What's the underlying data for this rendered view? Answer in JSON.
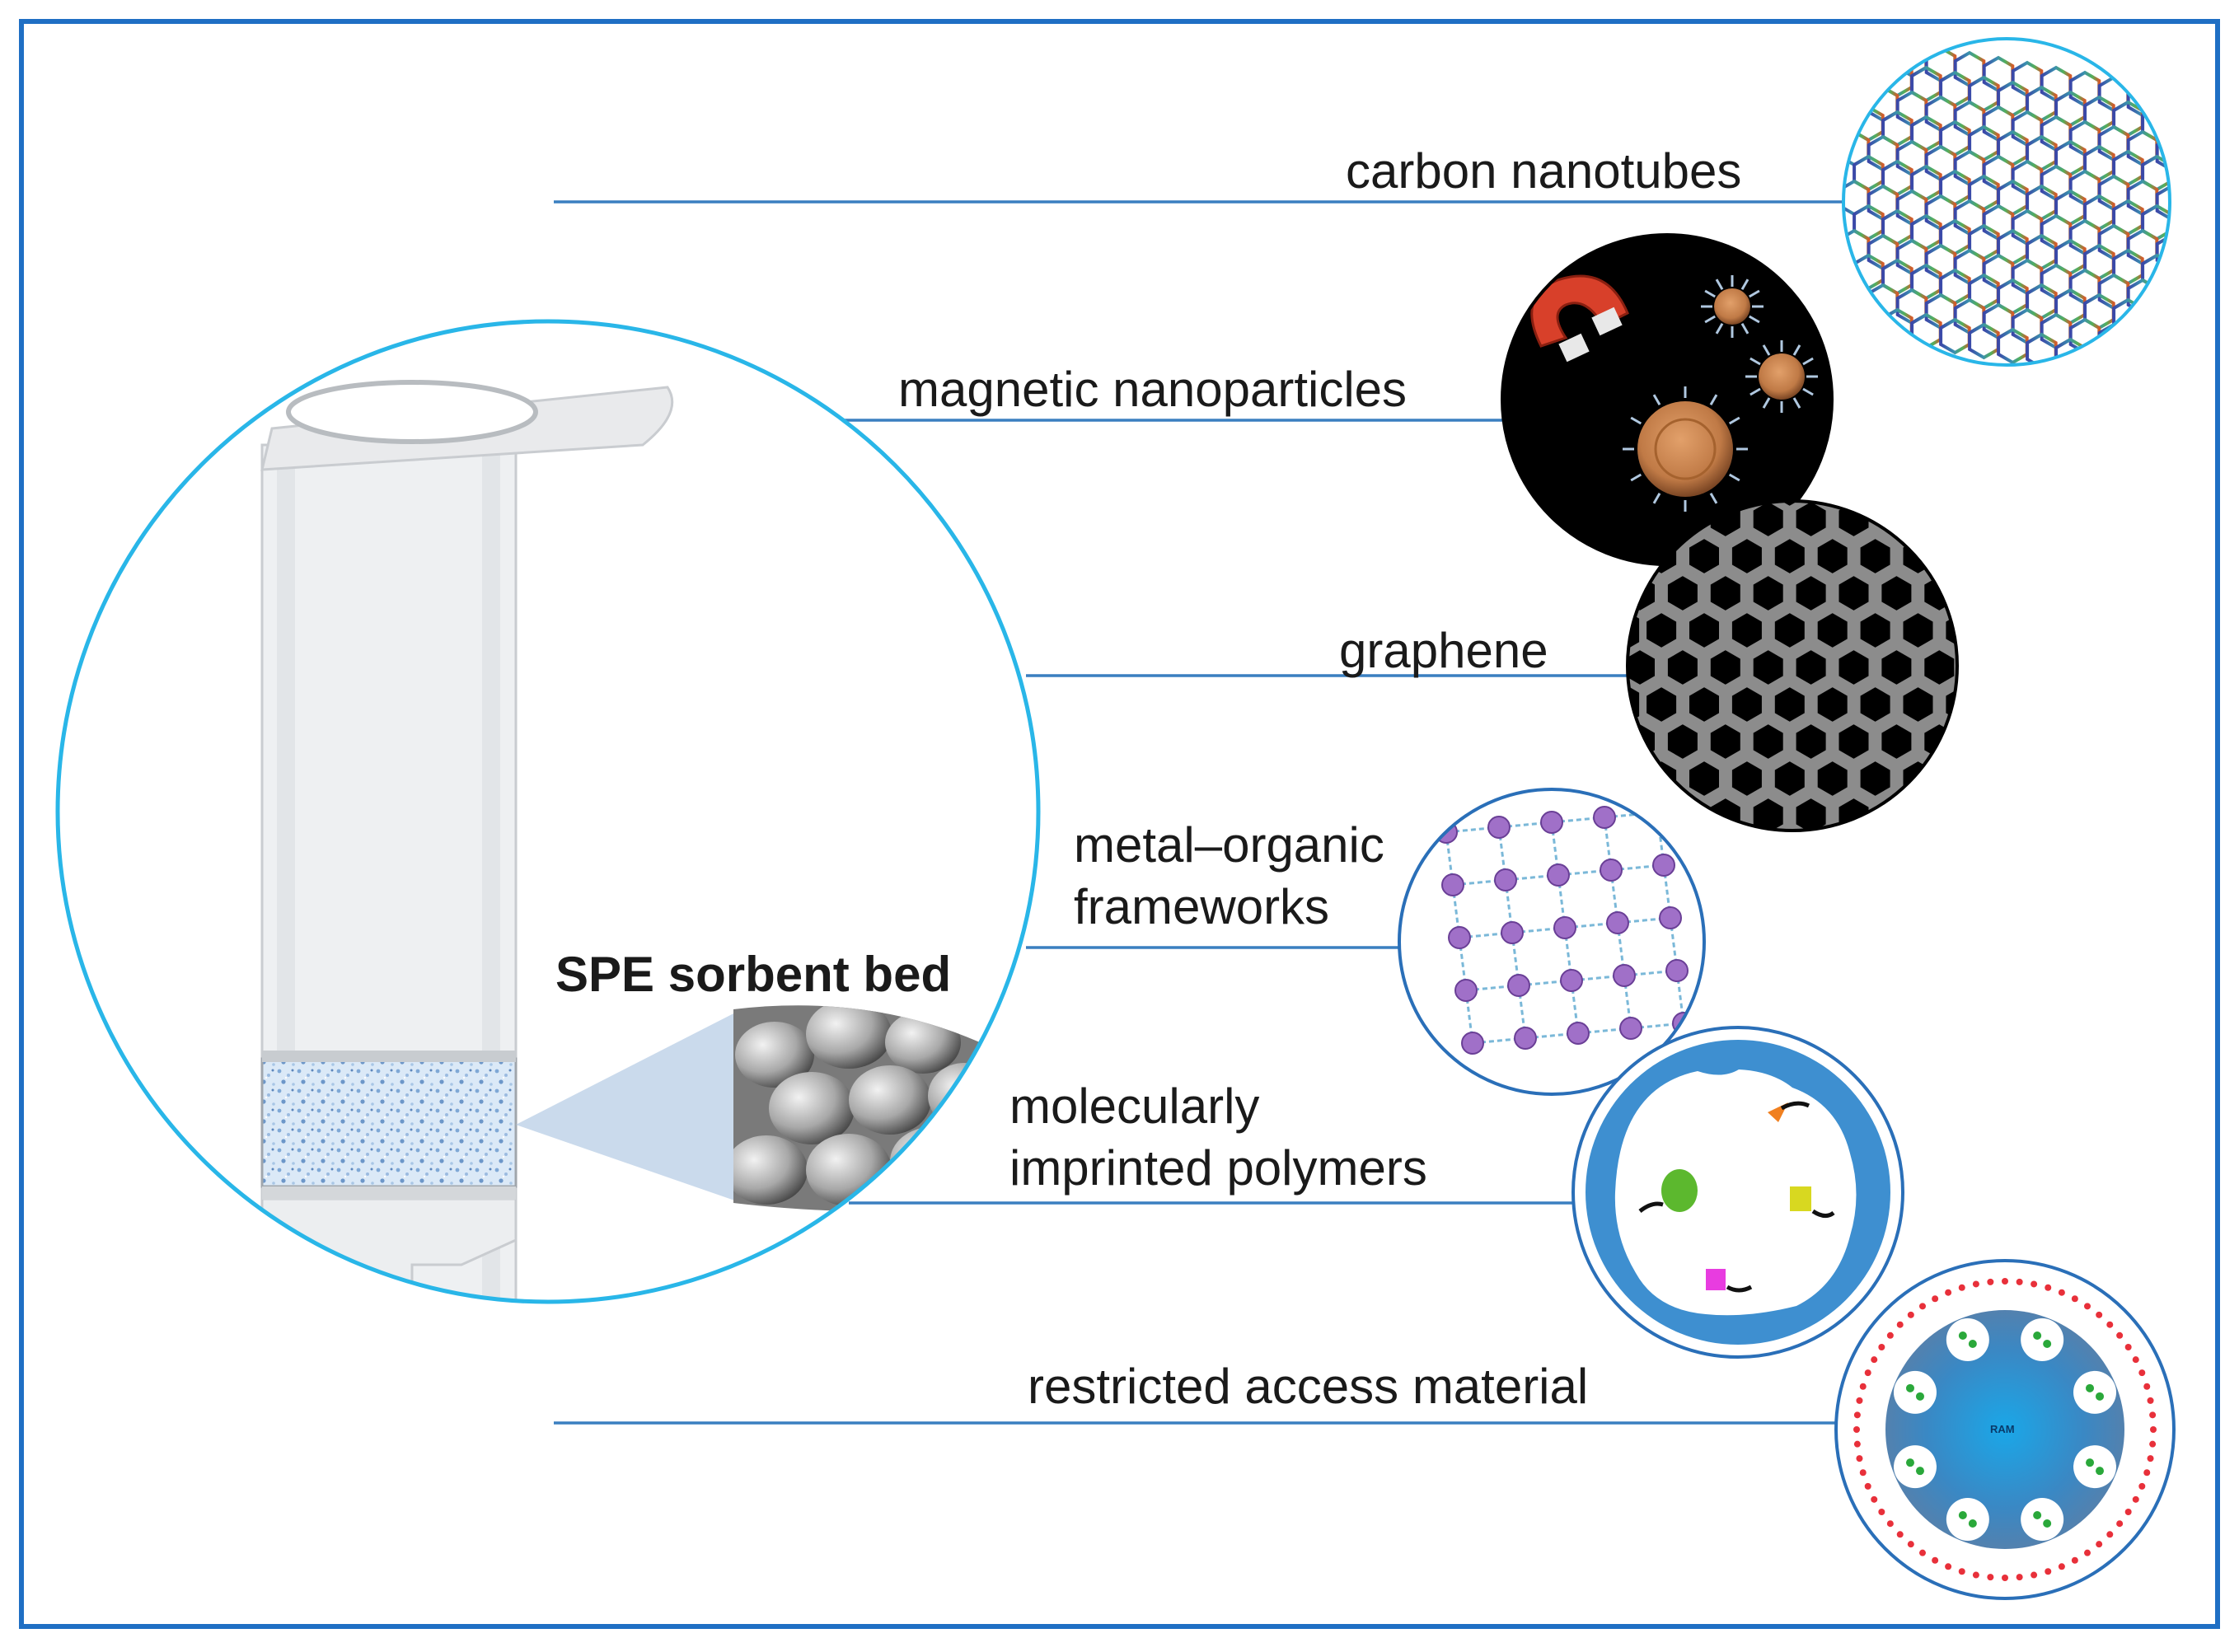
{
  "sorbent_bed_label": "SPE sorbent bed",
  "materials": [
    {
      "label": "carbon nanotubes"
    },
    {
      "label": "magnetic nanoparticles"
    },
    {
      "label": "graphene"
    },
    {
      "label": "metal–organic\nframeworks"
    },
    {
      "label": "molecularly\nimprinted polymers"
    },
    {
      "label": "restricted access material"
    }
  ],
  "ram_inset_label": "RAM",
  "colors": {
    "frame_border": "#1f6fc4",
    "circle_outline": "#29b6e8",
    "connector_line": "#3a7fc0",
    "magnet_red": "#d8402a",
    "particle_orange": "#c8804a",
    "mof_node": "#a070c8",
    "ram_blue": "#3e8fd0"
  }
}
